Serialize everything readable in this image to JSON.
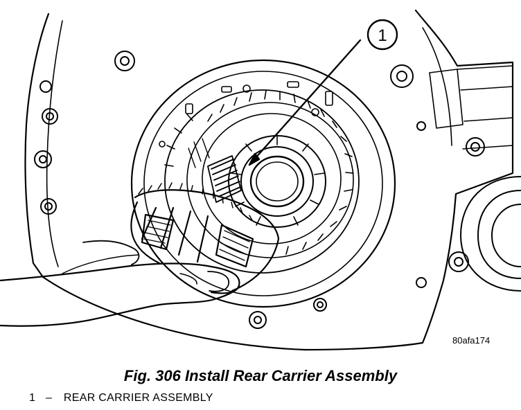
{
  "figure": {
    "callout_number": "1",
    "drawing_id": "80afa174",
    "caption": "Fig. 306 Install Rear Carrier Assembly"
  },
  "legend": [
    {
      "number": "1",
      "separator": "–",
      "label": "REAR CARRIER ASSEMBLY"
    }
  ]
}
